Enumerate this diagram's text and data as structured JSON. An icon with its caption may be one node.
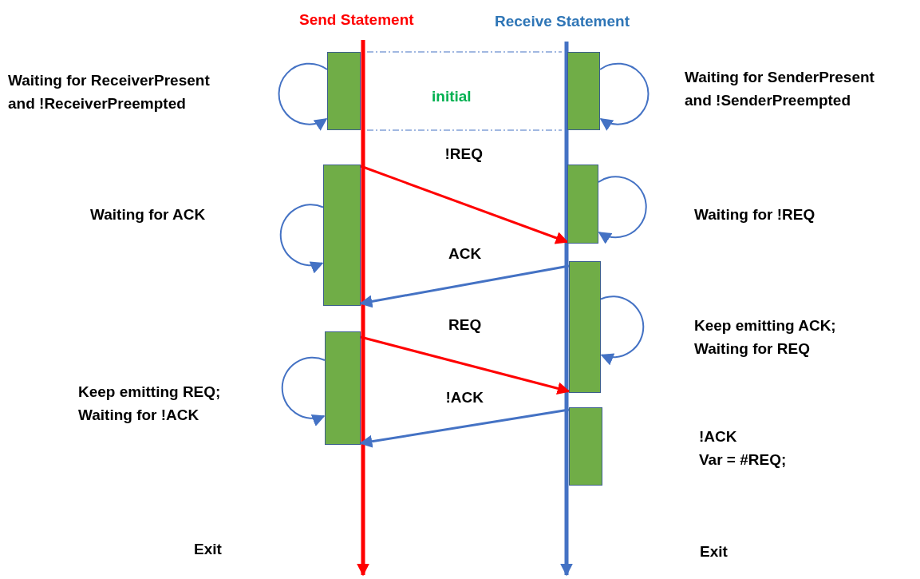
{
  "diagram": {
    "nodes": [
      {
        "text": [
          "Send Statement"
        ]
      },
      {
        "text": [
          "Receive Statement"
        ]
      },
      {
        "text": [],
        "shape": "bar"
      },
      {
        "text": [],
        "shape": "bar"
      },
      {
        "text": [],
        "shape": "bar"
      },
      {
        "text": [],
        "shape": "bar"
      },
      {
        "text": [],
        "shape": "bar"
      },
      {
        "text": [],
        "shape": "bar"
      },
      {
        "text": [],
        "shape": "bar"
      }
    ],
    "edges": [
      {
        "from": 0,
        "to": null,
        "arrow": "to",
        "style": "thick",
        "color": "#ff0000"
      },
      {
        "from": 1,
        "to": null,
        "arrow": "to",
        "style": "thick"
      },
      {
        "from": 2,
        "to": 2,
        "arrow": "to"
      },
      {
        "from": 3,
        "to": 3,
        "arrow": "to"
      },
      {
        "from": 4,
        "to": 4,
        "arrow": "to"
      },
      {
        "from": 5,
        "to": 5,
        "arrow": "to"
      },
      {
        "from": 4,
        "to": 5,
        "label": "!REQ",
        "arrow": "to",
        "color": "#ff0000"
      },
      {
        "from": 6,
        "to": 6,
        "arrow": "to"
      },
      {
        "from": 6,
        "to": 4,
        "label": "ACK",
        "arrow": "to"
      },
      {
        "from": 7,
        "to": 7,
        "arrow": "to"
      },
      {
        "from": 7,
        "to": 6,
        "label": "REQ",
        "arrow": "to",
        "color": "#ff0000"
      },
      {
        "from": 8,
        "to": 7,
        "label": "!ACK",
        "arrow": "to"
      }
    ],
    "labels": [
      "Waiting for ReceiverPresent and !ReceiverPreempted",
      "Waiting for SenderPresent and !SenderPreempted",
      "initial",
      "Waiting for ACK",
      "Waiting for !REQ",
      "Keep emitting ACK; Waiting for REQ",
      "Keep emitting REQ; Waiting for !ACK",
      "!ACK",
      "Var = #REQ;",
      "Exit",
      "Exit"
    ]
  }
}
